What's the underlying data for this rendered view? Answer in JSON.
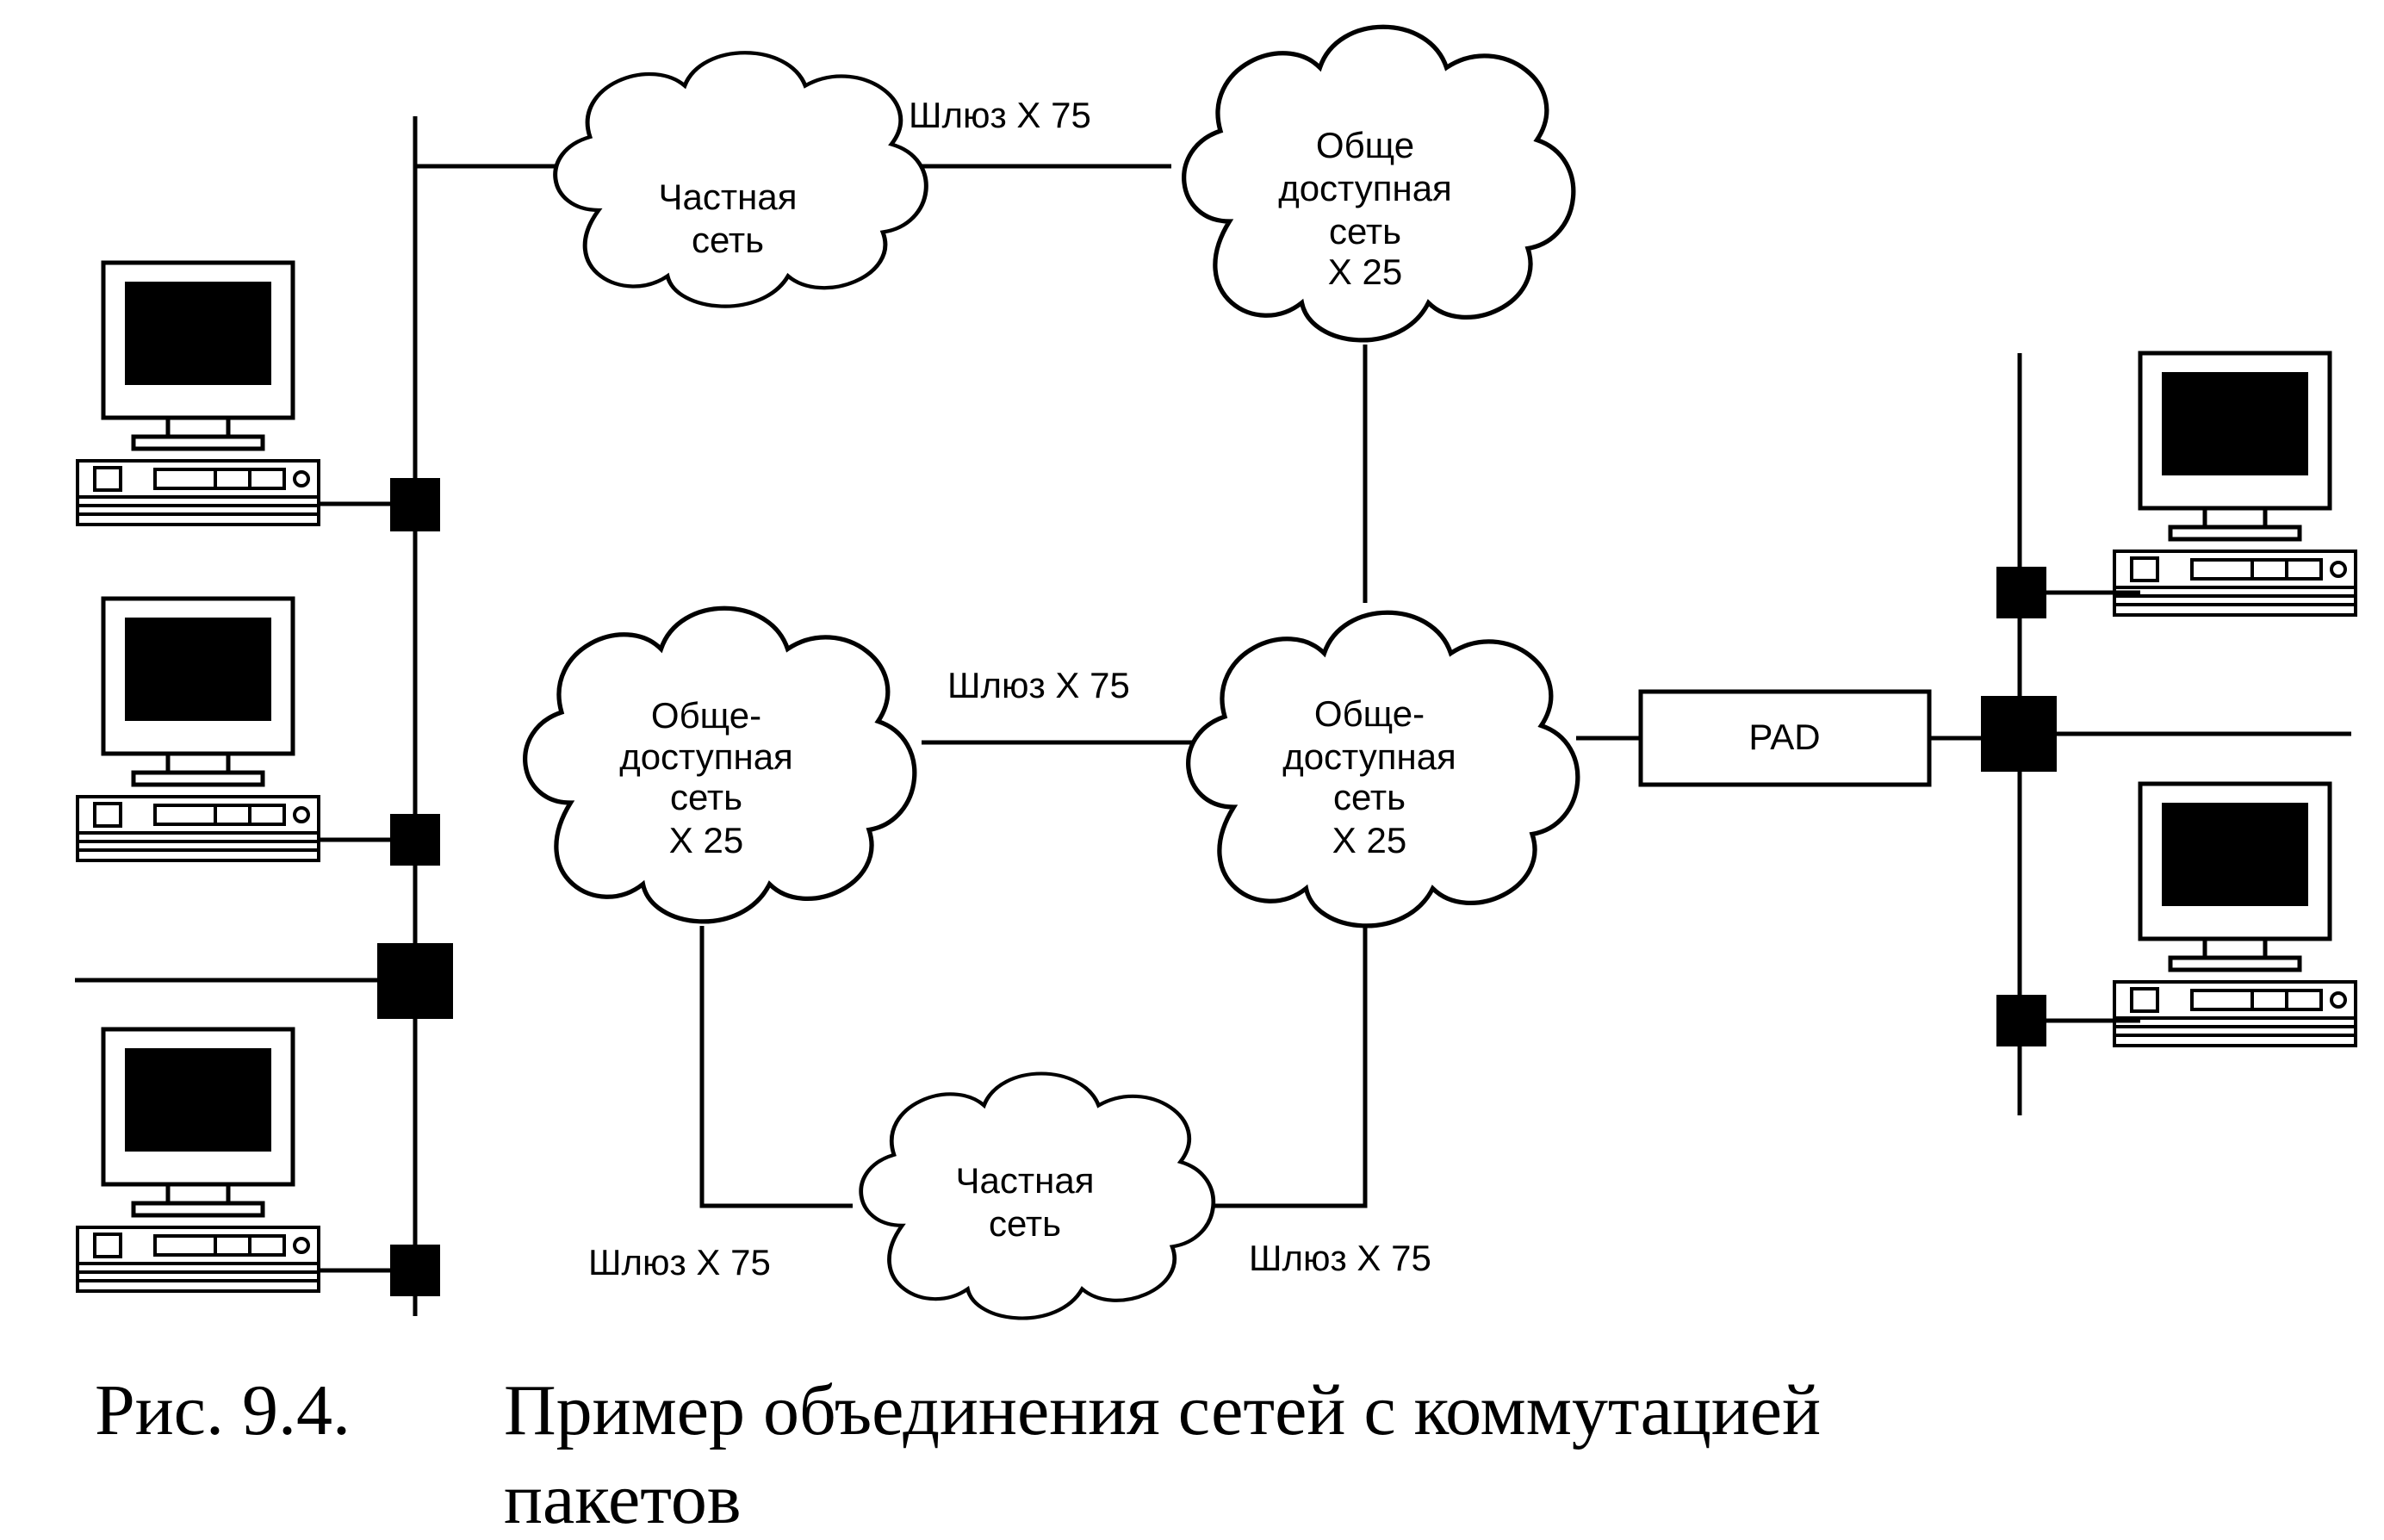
{
  "clouds": {
    "private_top": {
      "lines": [
        "Частная",
        "сеть"
      ]
    },
    "public_top": {
      "lines": [
        "Обще",
        "доступная",
        "сеть",
        "X 25"
      ]
    },
    "public_left": {
      "lines": [
        "Обще-",
        "доступная",
        "сеть",
        "X 25"
      ]
    },
    "public_center": {
      "lines": [
        "Обще-",
        "доступная",
        "сеть",
        "X 25"
      ]
    },
    "private_bottom": {
      "lines": [
        "Частная",
        "сеть"
      ]
    }
  },
  "gateways": {
    "top": "Шлюз X 75",
    "middle": "Шлюз X 75",
    "bottom_left": "Шлюз X 75",
    "bottom_right": "Шлюз X 75"
  },
  "pad": {
    "label": "PAD"
  },
  "caption": {
    "number": "Рис. 9.4.",
    "line1": "Пример объединения сетей с коммутацией",
    "line2": "пакетов"
  }
}
